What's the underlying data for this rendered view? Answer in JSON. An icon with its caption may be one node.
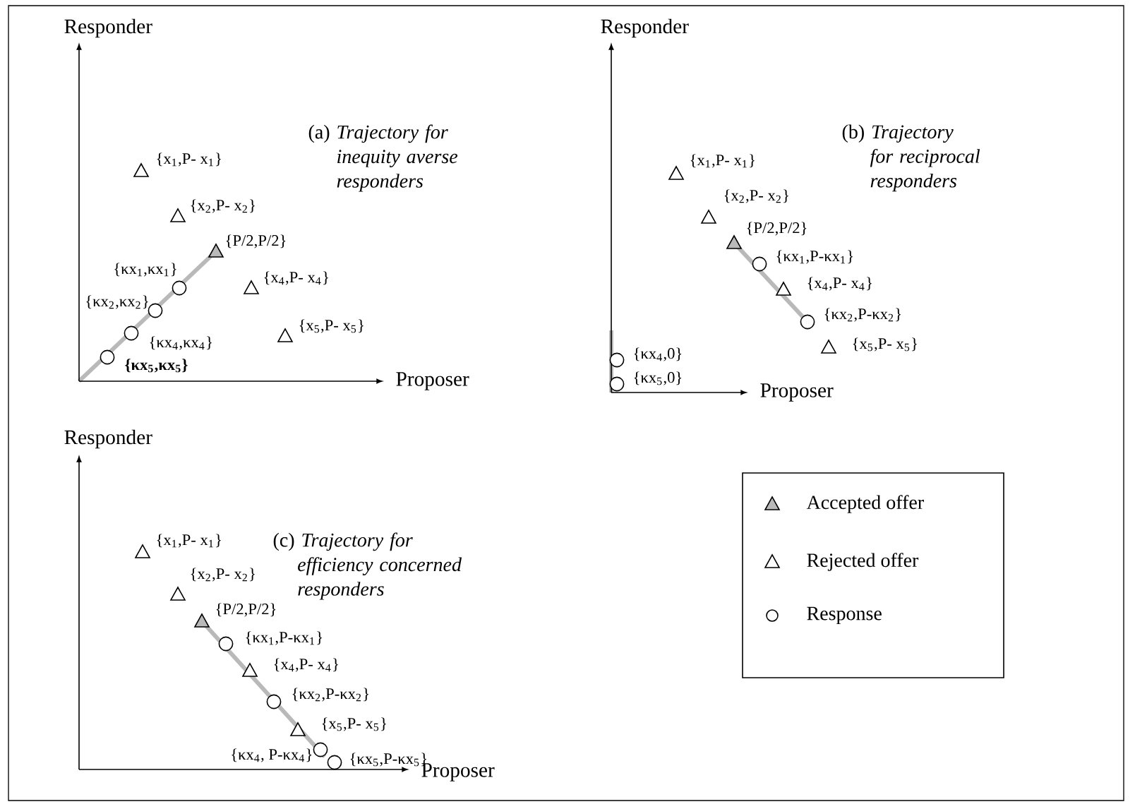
{
  "diagram": {
    "labels": [
      "Responder",
      "(a) *Trajectory for inequity averse responders*",
      "{x$_{1}$,P- x$_{1}$}",
      "{x$_{2}$,P- x$_{2}$}",
      "{P/2,P/2}",
      "{κx$_{1}$,κx$_{1}$}",
      "{κx$_{2}$,κx$_{2}$}",
      "{x$_{4}$,P- x$_{4}$}",
      "{κx$_{4}$,κx$_{4}$}",
      "{x$_{5}$,P- x$_{5}$}",
      "{κx$_{5}$,κx$_{5}$}",
      "Proposer",
      "Responder",
      "(b) *Trajectory for reciprocal responders*",
      "{x$_{1}$,P- x$_{1}$}",
      "{x$_{2}$,P- x$_{2}$}",
      "{P/2,P/2}",
      "{κx$_{1}$,P-κx$_{1}$}",
      "{x$_{4}$,P- x$_{4}$}",
      "{κx$_{2}$,P-κx$_{2}$}",
      "{x$_{5}$,P- x$_{5}$}",
      "{κx$_{4}$,0}",
      "{κx$_{5}$,0}",
      "Proposer",
      "Responder",
      "(c) *Trajectory for efficiency concerned responders*",
      "{x$_{1}$,P- x$_{1}$}",
      "{x$_{2}$,P- x$_{2}$}",
      "{P/2,P/2}",
      "{κx$_{1}$,P-κx$_{1}$}",
      "{x$_{4}$,P- x$_{4}$}",
      "{κx$_{2}$,P-κx$_{2}$}",
      "{x$_{5}$,P- x$_{5}$}",
      "{κx$_{4}$, P-κx$_{4}$}",
      "{κx$_{5}$,P-κx$_{5}$}",
      "Proposer"
    ],
    "legend": [
      {
        "text": "Accepted offer"
      },
      {
        "text": "Rejected offer"
      },
      {
        "text": "Response"
      }
    ]
  }
}
